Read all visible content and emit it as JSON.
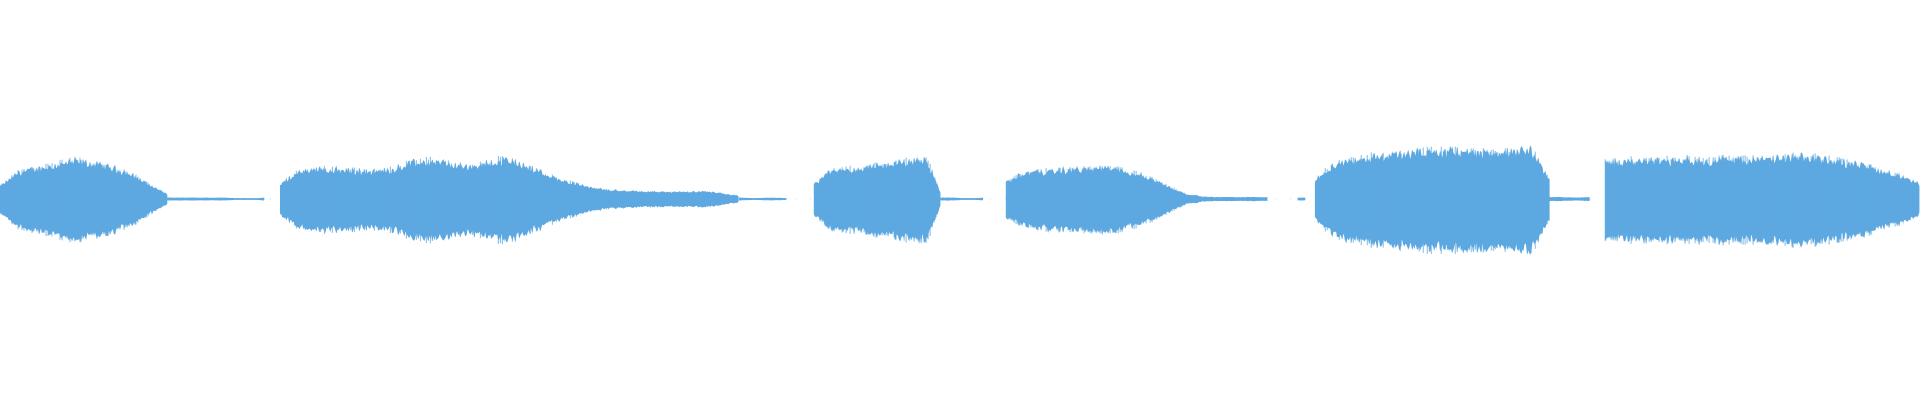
{
  "waveform": {
    "color": "#5DA8E0",
    "background": "#ffffff",
    "duration_fraction_segments": [
      {
        "start": 0.0,
        "end": 0.087,
        "envelope": [
          0.25,
          0.55,
          0.62,
          0.7,
          0.78,
          0.72,
          0.65,
          0.52,
          0.3,
          0.1
        ]
      },
      {
        "start": 0.087,
        "end": 0.138,
        "envelope": [
          0.02,
          0.02,
          0.02,
          0.02,
          0.0,
          0.02
        ]
      },
      {
        "start": 0.146,
        "end": 0.385,
        "envelope": [
          0.3,
          0.55,
          0.62,
          0.6,
          0.58,
          0.55,
          0.6,
          0.72,
          0.78,
          0.74,
          0.66,
          0.7,
          0.8,
          0.74,
          0.58,
          0.42,
          0.32,
          0.22,
          0.18,
          0.16,
          0.15,
          0.14,
          0.14,
          0.15,
          0.12,
          0.05
        ]
      },
      {
        "start": 0.385,
        "end": 0.41,
        "envelope": [
          0.02,
          0.01,
          0.02,
          0.01
        ]
      },
      {
        "start": 0.424,
        "end": 0.49,
        "envelope": [
          0.3,
          0.55,
          0.6,
          0.62,
          0.66,
          0.7,
          0.74,
          0.78,
          0.82,
          0.1
        ]
      },
      {
        "start": 0.49,
        "end": 0.512,
        "envelope": [
          0.02,
          0.02,
          0.0,
          0.02
        ]
      },
      {
        "start": 0.524,
        "end": 0.66,
        "envelope": [
          0.35,
          0.52,
          0.56,
          0.58,
          0.6,
          0.62,
          0.64,
          0.6,
          0.52,
          0.4,
          0.25,
          0.1,
          0.04,
          0.03,
          0.03,
          0.03,
          0.03
        ]
      },
      {
        "start": 0.676,
        "end": 0.68,
        "envelope": [
          0.02
        ]
      },
      {
        "start": 0.685,
        "end": 0.807,
        "envelope": [
          0.4,
          0.7,
          0.8,
          0.85,
          0.9,
          0.92,
          0.95,
          0.97,
          0.98,
          0.96,
          0.95,
          0.96,
          1.0,
          0.4
        ]
      },
      {
        "start": 0.807,
        "end": 0.828,
        "envelope": [
          0.03,
          0.03,
          0.02,
          0.03
        ]
      },
      {
        "start": 0.836,
        "end": 1.0,
        "envelope": [
          0.75,
          0.78,
          0.8,
          0.79,
          0.81,
          0.8,
          0.82,
          0.8,
          0.83,
          0.86,
          0.84,
          0.78,
          0.72,
          0.6,
          0.48,
          0.3
        ]
      }
    ]
  }
}
